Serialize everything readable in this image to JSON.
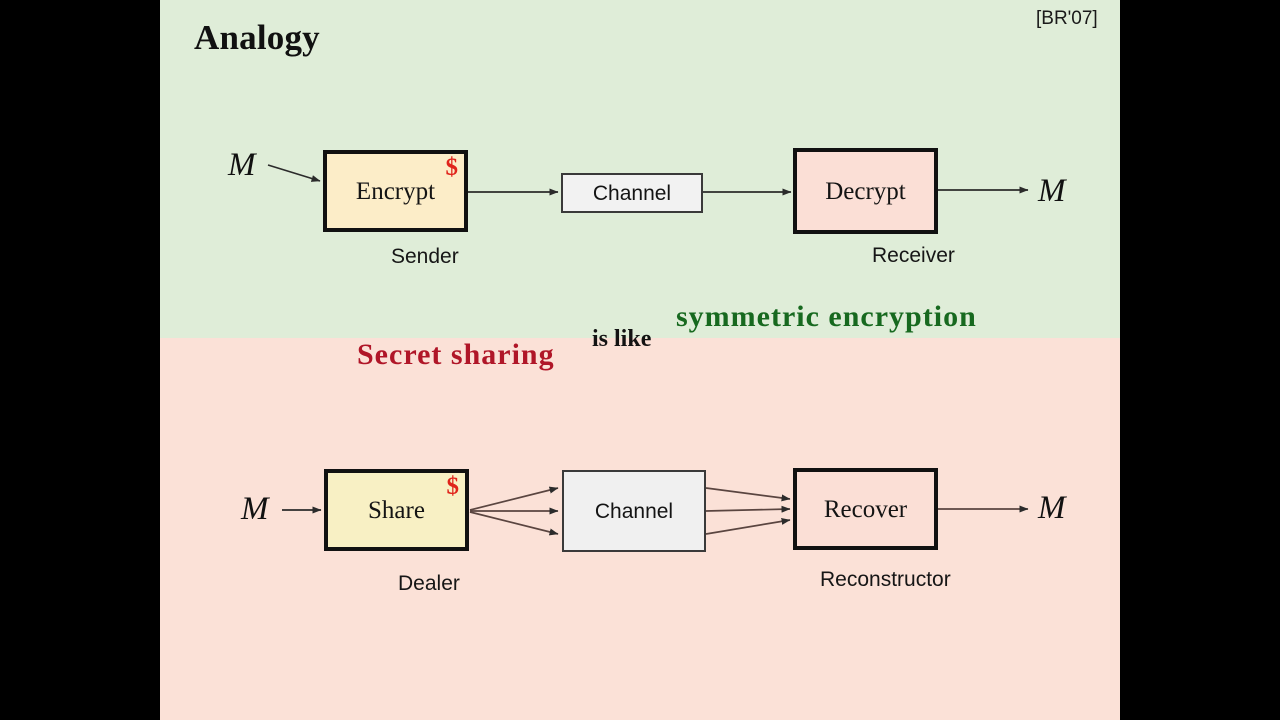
{
  "slide": {
    "title": "Analogy",
    "citation": "[BR'07]",
    "background": {
      "top_band_color": "#dfedd8",
      "bottom_band_color": "#fbe1d7",
      "letterbox_color": "#000000"
    }
  },
  "top_row": {
    "input_symbol": "M",
    "output_symbol": "M",
    "boxes": [
      {
        "label": "Encrypt",
        "role": "Sender",
        "badge": "$",
        "fill": "#fcedc8"
      },
      {
        "label": "Channel",
        "role": "",
        "badge": "",
        "fill": "#f2f2f2"
      },
      {
        "label": "Decrypt",
        "role": "Receiver",
        "badge": "",
        "fill": "#fbdfd6"
      }
    ]
  },
  "bottom_row": {
    "input_symbol": "M",
    "output_symbol": "M",
    "boxes": [
      {
        "label": "Share",
        "role": "Dealer",
        "badge": "$",
        "fill": "#f8f0c4"
      },
      {
        "label": "Channel",
        "role": "",
        "badge": "",
        "fill": "#f0f0f0"
      },
      {
        "label": "Recover",
        "role": "Reconstructor",
        "badge": "",
        "fill": "#fbdfd6"
      }
    ]
  },
  "analogy": {
    "subject": "Secret  sharing",
    "connector": "is like",
    "object": "symmetric  encryption",
    "subject_color": "#b01628",
    "connector_color": "#131313",
    "object_color": "#17691f"
  }
}
